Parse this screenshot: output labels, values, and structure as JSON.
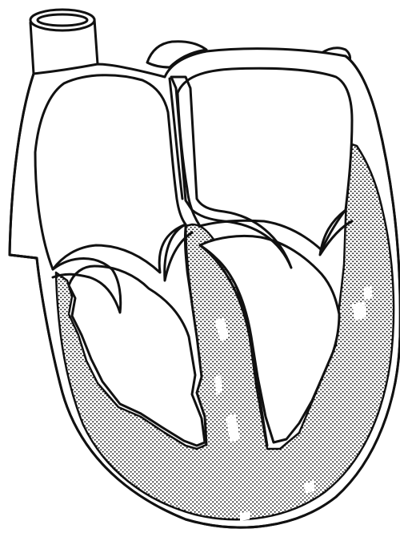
{
  "diagram": {
    "subject": "heart-cross-section",
    "style": "black-and-white line drawing with stippled shading",
    "colors": {
      "line": "#111111",
      "background": "#ffffff",
      "stipple": "#111111"
    },
    "parts": [
      "aorta",
      "pulmonary-vessel",
      "left-atrium",
      "right-atrium",
      "atrial-septum",
      "left-ventricle",
      "right-ventricle",
      "ventricular-septum",
      "myocardium",
      "valve-leaflets"
    ]
  }
}
